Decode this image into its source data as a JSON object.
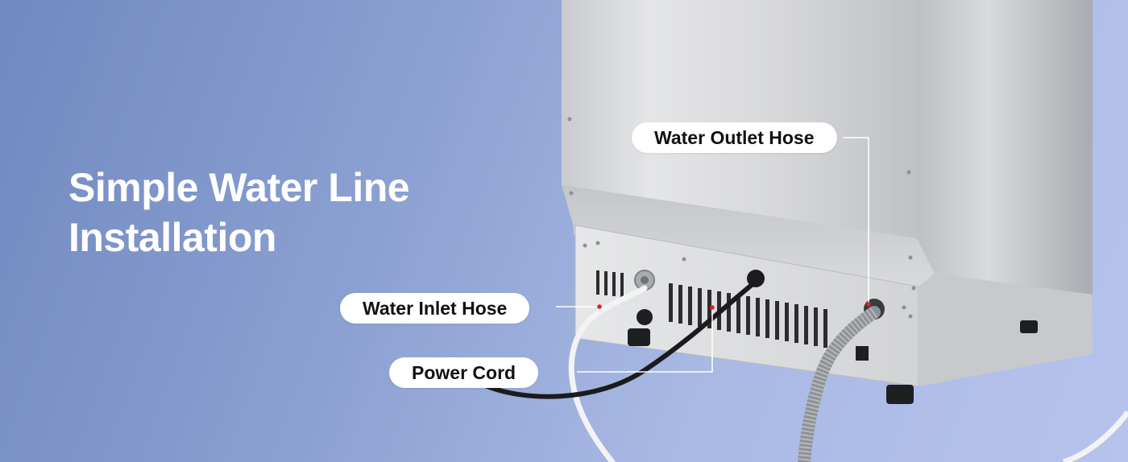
{
  "headline": {
    "line1": "Simple Water Line",
    "line2": "Installation"
  },
  "callouts": {
    "outlet": "Water Outlet Hose",
    "inlet": "Water Inlet Hose",
    "power": "Power Cord"
  },
  "colors": {
    "background_left": "#7189c0",
    "background_right": "#b6c3ec",
    "label_bg": "#ffffff",
    "label_text": "#111111",
    "leader_line": "#ffffff",
    "marker": "#e0202a"
  }
}
